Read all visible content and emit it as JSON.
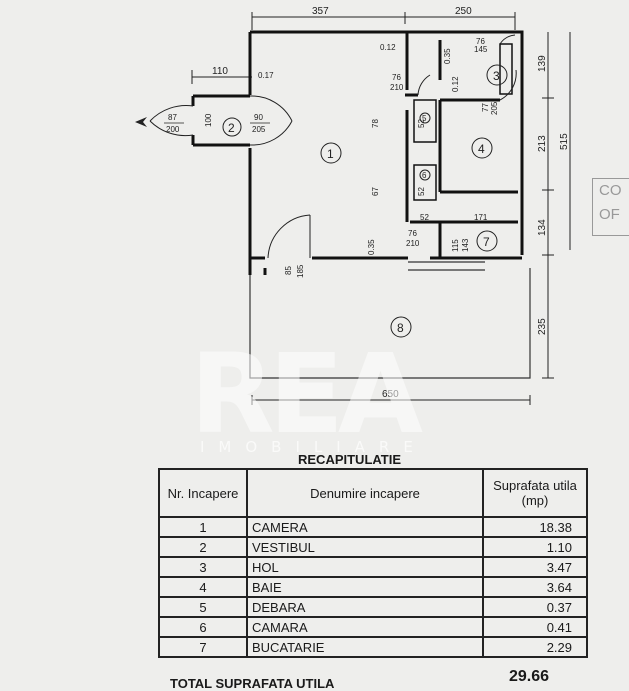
{
  "plan": {
    "dims": {
      "top_left": "357",
      "top_right": "250",
      "total_width": "650",
      "total_height": "515",
      "vest_width": "110",
      "h_213": "213",
      "h_134": "134",
      "h_235": "235",
      "h_139": "139"
    },
    "labels": {
      "door_87": "87",
      "door_200": "200",
      "v100": "100",
      "door_90": "90",
      "door_205": "205",
      "l_017": "0.17",
      "l_012": "0.12",
      "l_035a": "0.35",
      "l_76_top": "76",
      "l_145": "145",
      "l_76a": "76",
      "l_210a": "210",
      "l_012b": "0.12",
      "l_77": "77",
      "l_205": "205",
      "v78": "78",
      "v67": "67",
      "v52a": "52",
      "v52b": "52",
      "l_52": "52",
      "l_171": "171",
      "l_76b": "76",
      "l_210b": "210",
      "l_115": "115",
      "l_143": "143",
      "l_035b": "0.35",
      "v85": "85",
      "v185": "185"
    },
    "rooms": [
      "1",
      "2",
      "3",
      "4",
      "5",
      "6",
      "7",
      "8"
    ]
  },
  "watermark": {
    "logo": "REA",
    "sub": "IMOBILIARE"
  },
  "stamp_text": "CO OF",
  "recap": {
    "title": "RECAPITULATIE",
    "headers": [
      "Nr. Incapere",
      "Denumire incapere",
      "Suprafata utila (mp)"
    ],
    "rows": [
      {
        "nr": "1",
        "name": "CAMERA",
        "area": "18.38"
      },
      {
        "nr": "2",
        "name": "VESTIBUL",
        "area": "1.10"
      },
      {
        "nr": "3",
        "name": "HOL",
        "area": "3.47"
      },
      {
        "nr": "4",
        "name": "BAIE",
        "area": "3.64"
      },
      {
        "nr": "5",
        "name": "DEBARA",
        "area": "0.37"
      },
      {
        "nr": "6",
        "name": "CAMARA",
        "area": "0.41"
      },
      {
        "nr": "7",
        "name": "BUCATARIE",
        "area": "2.29"
      }
    ],
    "total_label": "TOTAL SUPRAFATA UTILA",
    "total_value": "29.66"
  }
}
